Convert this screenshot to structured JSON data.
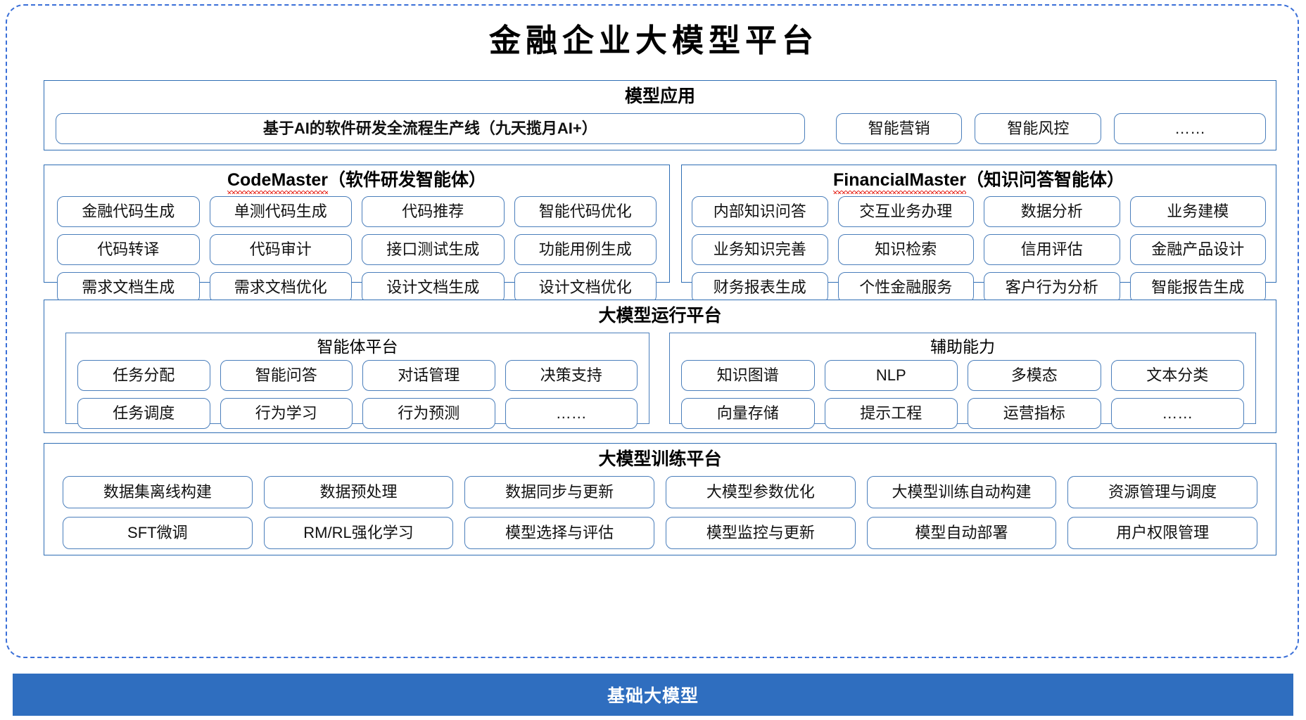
{
  "diagram": {
    "title": "金融企业大模型平台"
  },
  "application": {
    "title": "模型应用",
    "pipeline": "基于AI的软件研发全流程生产线（九天揽月AI+）",
    "items": [
      "智能营销",
      "智能风控",
      "……"
    ]
  },
  "agents": {
    "codemaster": {
      "name": "CodeMaster",
      "subtitle": "（软件研发智能体）",
      "spellcheck_underline": true,
      "items": [
        "金融代码生成",
        "单测代码生成",
        "代码推荐",
        "智能代码优化",
        "代码转译",
        "代码审计",
        "接口测试生成",
        "功能用例生成",
        "需求文档生成",
        "需求文档优化",
        "设计文档生成",
        "设计文档优化"
      ]
    },
    "financialmaster": {
      "name": "FinancialMaster",
      "subtitle": "（知识问答智能体）",
      "spellcheck_underline": true,
      "items": [
        "内部知识问答",
        "交互业务办理",
        "数据分析",
        "业务建模",
        "业务知识完善",
        "知识检索",
        "信用评估",
        "金融产品设计",
        "财务报表生成",
        "个性金融服务",
        "客户行为分析",
        "智能报告生成"
      ]
    }
  },
  "runtime": {
    "title": "大模型运行平台",
    "agent_platform": {
      "title": "智能体平台",
      "items": [
        "任务分配",
        "智能问答",
        "对话管理",
        "决策支持",
        "任务调度",
        "行为学习",
        "行为预测",
        "……"
      ]
    },
    "assist": {
      "title": "辅助能力",
      "items": [
        "知识图谱",
        "NLP",
        "多模态",
        "文本分类",
        "向量存储",
        "提示工程",
        "运营指标",
        "……"
      ]
    }
  },
  "training": {
    "title": "大模型训练平台",
    "items": [
      "数据集离线构建",
      "数据预处理",
      "数据同步与更新",
      "大模型参数优化",
      "大模型训练自动构建",
      "资源管理与调度",
      "SFT微调",
      "RM/RL强化学习",
      "模型选择与评估",
      "模型监控与更新",
      "模型自动部署",
      "用户权限管理"
    ]
  },
  "foundation": {
    "label": "基础大模型"
  },
  "colors": {
    "outer_border": "#3a6fd8",
    "panel_border": "#2e6db4",
    "chip_border": "#4a7ebb",
    "foundation_bg": "#2f6ebf",
    "foundation_text": "#ffffff",
    "spellcheck": "#e8342a"
  }
}
